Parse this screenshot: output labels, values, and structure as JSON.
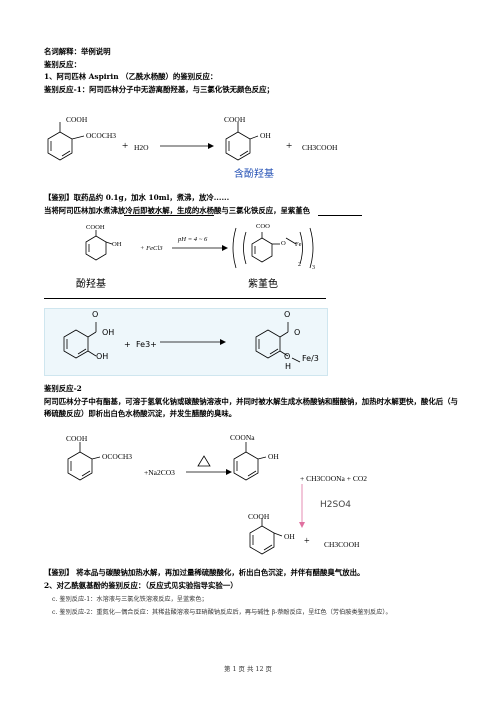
{
  "header": {
    "line1": "名词解释：举例说明",
    "line2": "鉴别反应：",
    "line3": "1、阿司匹林 Aspirin （乙酰水杨酸）的鉴别反应：",
    "line4": "鉴别反应-1：阿司匹林分子中无游离酚羟基，与三氯化铁无颜色反应；"
  },
  "rxn1": {
    "cooh": "COOH",
    "ococh3": "OCOCH3",
    "plus1": "+",
    "water": "H2O",
    "cooh2": "COOH",
    "oh": "OH",
    "plus2": "+",
    "acetic": "CH3COOH",
    "caption": "含酚羟基"
  },
  "identify1": {
    "line1": "【鉴别】取药品约 0.1g，加水 10ml，煮沸，放冷......",
    "line2": "当将阿司匹林加水煮沸放冷后即被水解，生成的水杨酸与三氯化铁反应，呈紫堇色"
  },
  "rxn2": {
    "cooh": "COOH",
    "oh": "OH",
    "reagent": "+ FeCl3",
    "condition": "pH = 4 ~ 6",
    "coo": "COO",
    "o": "O",
    "fe": "Fe",
    "sub2": "2",
    "sub3": "3",
    "caption_left": "酚羟基",
    "caption_right": "紫堇色"
  },
  "rxn3": {
    "o1": "O",
    "oh1": "OH",
    "oh2": "OH",
    "plus": "+",
    "fe3": "Fe3+",
    "o2": "O",
    "o3": "O",
    "o4": "O",
    "h": "H",
    "fe_over": "Fe/3"
  },
  "identify2": {
    "title": "鉴别反应-2",
    "body": "阿司匹林分子中有酯基，可溶于氢氧化钠或碳酸钠溶液中，并同时被水解生成水杨酸钠和醋酸钠，加热时水解更快，酸化后（与稀硫酸反应）即析出白色水杨酸沉淀，并发生醋酸的臭味。"
  },
  "rxn4": {
    "cooh": "COOH",
    "ococh3": "OCOCH3",
    "reagent": "+Na2CO3",
    "coona": "COONa",
    "oh": "OH",
    "products": "+ CH3COONa + CO2",
    "acid": "H2SO4",
    "cooh2": "COOH",
    "oh2": "OH",
    "plus": "+",
    "acetic": "CH3COOH"
  },
  "identify3": {
    "line1": "【鉴别】 将本品与碳酸钠加热水解，再加过量稀硫酸酸化，析出白色沉淀，并伴有醋酸臭气放出。",
    "line2": "2、对乙酰氨基酚的鉴别反应：（反应式见实验指导实验一）",
    "item1": "c. 鉴别反应-1：水溶液与三氯化铁溶液反应，呈蓝紫色；",
    "item2": "c. 鉴别反应-2：重氮化—偶合反应：其稀盐酸溶液与亚硝酸钠反应后，再与碱性 β-萘酚反应，呈红色（芳伯胺类鉴别反应）。"
  },
  "footer": "第 1 页 共 12 页"
}
